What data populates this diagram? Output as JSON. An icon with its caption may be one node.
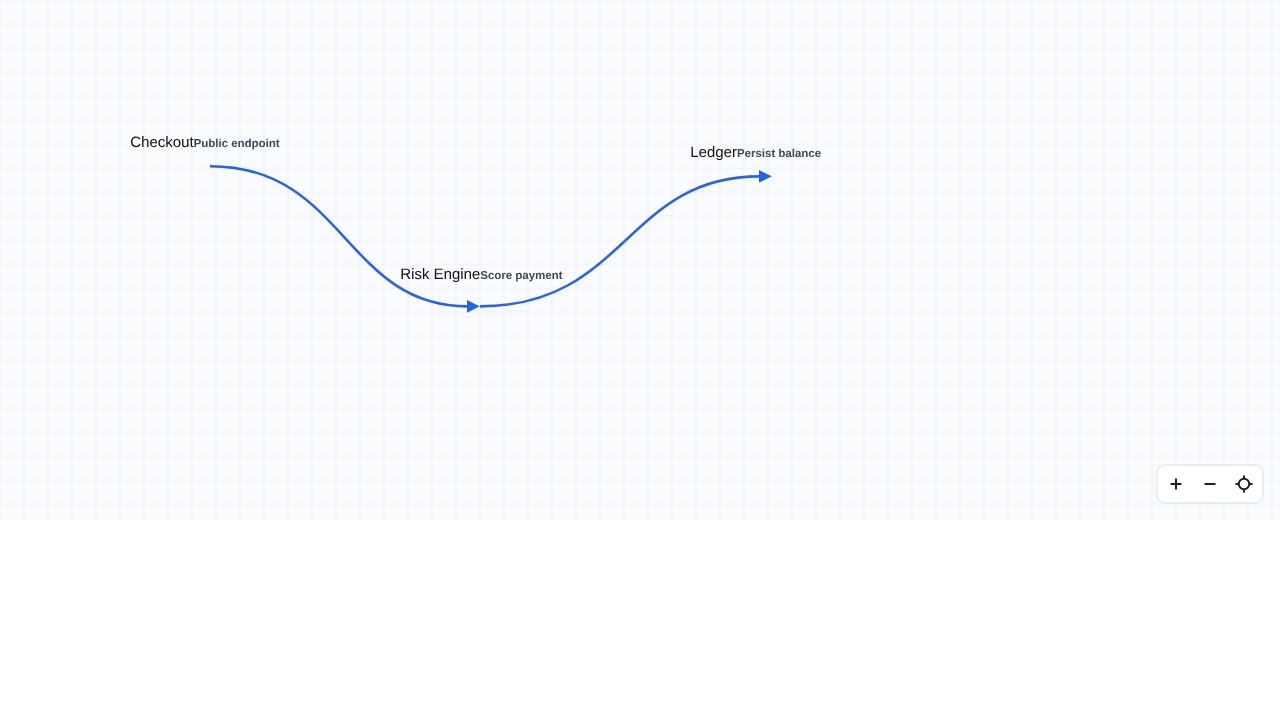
{
  "diagram": {
    "nodes": [
      {
        "text": [
          "Checkout",
          "Public endpoint"
        ]
      },
      {
        "text": [
          "Risk Engine",
          "Score payment"
        ]
      },
      {
        "text": [
          "Ledger",
          "Persist balance"
        ]
      }
    ],
    "edges": [
      {
        "from": 0,
        "to": 1,
        "arrow": "to"
      },
      {
        "from": 1,
        "to": 2,
        "arrow": "to"
      }
    ]
  }
}
